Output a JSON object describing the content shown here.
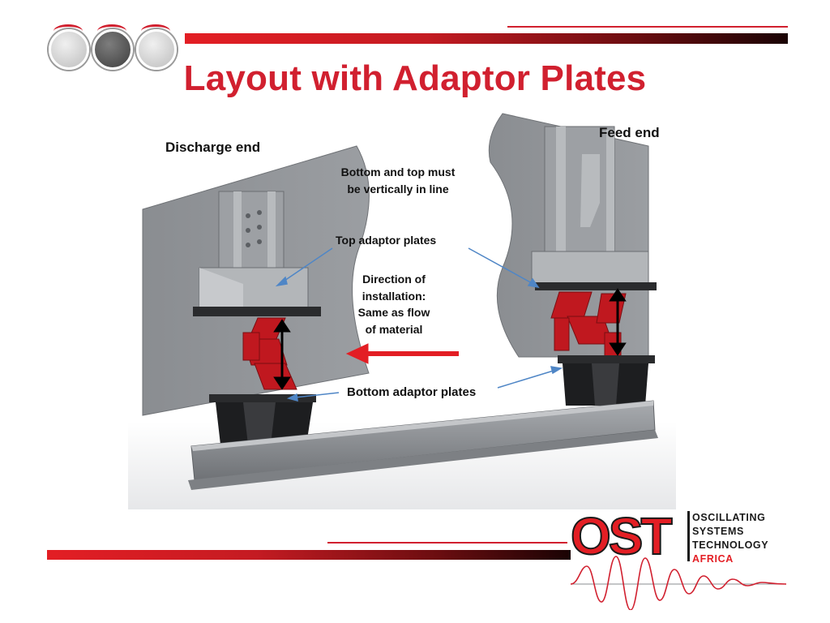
{
  "slide": {
    "title": "Layout with Adaptor Plates"
  },
  "labels": {
    "discharge_end": "Discharge end",
    "feed_end": "Feed end",
    "bottom_top_line_1": "Bottom and top must",
    "bottom_top_line_2": "be vertically in line",
    "top_adaptor": "Top adaptor plates",
    "direction_1": "Direction of",
    "direction_2": "installation:",
    "direction_3": "Same as flow",
    "direction_4": "of material",
    "bottom_adaptor": "Bottom adaptor plates"
  },
  "logo": {
    "letters": "OST",
    "line_1": "OSCILLATING",
    "line_2": "SYSTEMS",
    "line_3": "TECHNOLOGY",
    "line_4": "AFRICA"
  },
  "colors": {
    "accent_red": "#d1202f",
    "steel": "#8a8d91",
    "spring_red": "#c0181f"
  }
}
